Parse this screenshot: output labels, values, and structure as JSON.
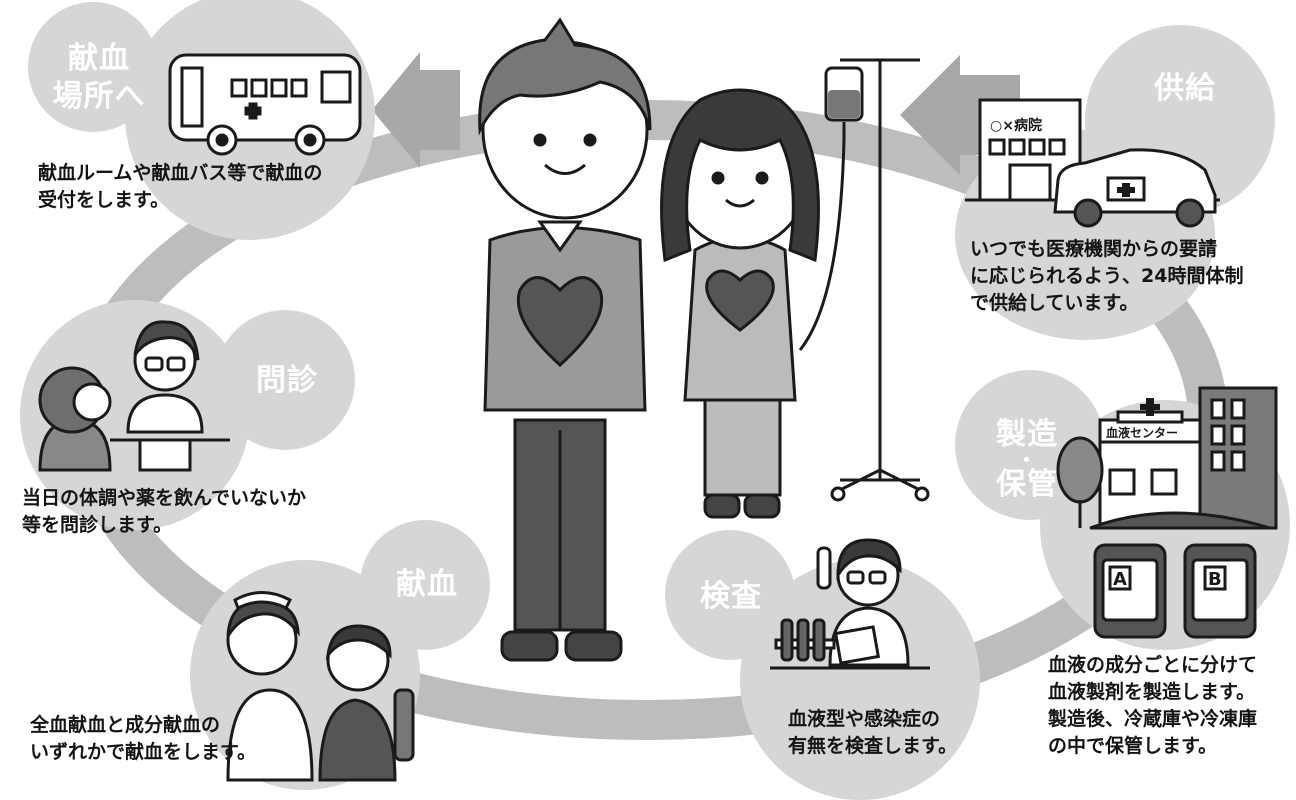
{
  "steps": {
    "venue": {
      "title_lines": [
        "献血",
        "場所へ"
      ],
      "desc_lines": [
        "献血ルームや献血バス等で献血の",
        "受付をします。"
      ]
    },
    "interview": {
      "title": "問診",
      "desc_lines": [
        "当日の体調や薬を飲んでいないか",
        "等を問診します。"
      ]
    },
    "donation": {
      "title": "献血",
      "desc_lines": [
        "全血献血と成分献血の",
        "いずれかで献血をします。"
      ]
    },
    "testing": {
      "title": "検査",
      "desc_lines": [
        "血液型や感染症の",
        "有無を検査します。"
      ]
    },
    "manufacturing": {
      "title_lines": [
        "製造",
        "・",
        "保管"
      ],
      "desc_lines": [
        "血液の成分ごとに分けて",
        "血液製剤を製造します。",
        "製造後、冷蔵庫や冷凍庫",
        "の中で保管します。"
      ]
    },
    "supply": {
      "title": "供給",
      "desc_lines": [
        "いつでも医療機関からの要請",
        "に応じられるよう、24時間体制",
        "で供給しています。"
      ]
    }
  },
  "signs": {
    "hospital": "○×病院",
    "blood_center": "血液センター",
    "bag_a": "A",
    "bag_b": "B"
  },
  "colors": {
    "circle": "#d6d6d6",
    "ring": "#bdbdbd",
    "arrow": "#a8a8a8",
    "ink": "#1a1a1a"
  }
}
